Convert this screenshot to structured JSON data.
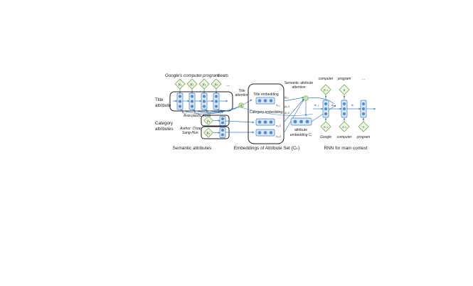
{
  "title_words": [
    "Google's",
    "computer",
    "program",
    "beats"
  ],
  "ellipsis": "...",
  "y_labels": [
    "y₁",
    "y₂",
    "y₃",
    "y₄"
  ],
  "h_labels": [
    "h₁,₁",
    "h₁,₂",
    "h₁,₃",
    "h₁,₄"
  ],
  "left_labels": {
    "title_attribute": [
      "Title",
      "attribute"
    ],
    "category_attributes": [
      "Category",
      "attributes"
    ]
  },
  "category_text": "Asia pacific news",
  "author_text": [
    "Author: Choe",
    "Sang-Hun"
  ],
  "category_nodes": [
    "y₁",
    "y₂"
  ],
  "title_attention": [
    "Title",
    "attention"
  ],
  "alpha_label": "α",
  "embedding_box": {
    "title_embedding": "Title embedding",
    "category_embedding": "Category embedding",
    "c_labels": [
      "c₁,₁",
      "c₂,1",
      "c₂,2"
    ]
  },
  "beta_labels": [
    "β₁,₁",
    "β₂,1",
    "β₂,2"
  ],
  "semantic_attention": [
    "Semantic attribute",
    "attention"
  ],
  "attribute_embedding": [
    "attribute",
    "embedding Cᵢ"
  ],
  "rnn": {
    "top_words": [
      "computer",
      "program",
      "..."
    ],
    "bottom_words": [
      "Google",
      "computer",
      "program"
    ],
    "top_nodes": [
      "ŷᵢ₋₁",
      "ŷᵢ"
    ],
    "bottom_nodes": [
      "xᵢ₋₂",
      "xᵢ₋₁",
      "xᵢ"
    ],
    "h_labels": [
      "hᵢ₋₂",
      "hᵢ₋₁",
      "hᵢ"
    ]
  },
  "captions": [
    "Semantic attributes",
    "Embeddings of Attribute Set {Cₖ}",
    "RNN for main context"
  ]
}
